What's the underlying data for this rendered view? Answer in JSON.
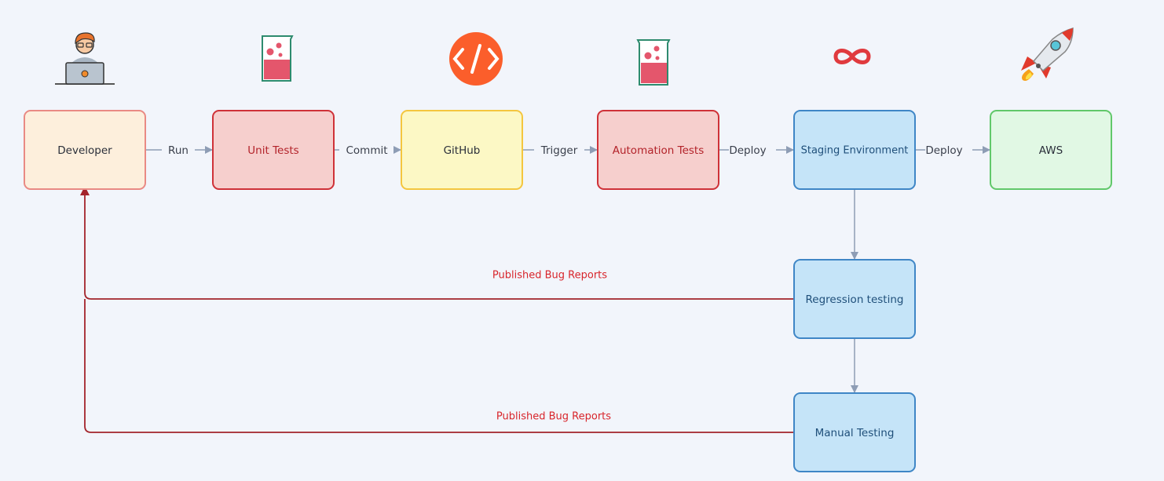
{
  "nodes": {
    "developer": "Developer",
    "unit_tests": "Unit Tests",
    "github": "GitHub",
    "automation_tests": "Automation Tests",
    "staging": "Staging Environment",
    "aws": "AWS",
    "regression": "Regression testing",
    "manual": "Manual Testing"
  },
  "edges": {
    "run": "Run",
    "commit": "Commit",
    "trigger": "Trigger",
    "deploy_staging": "Deploy",
    "deploy_aws": "Deploy"
  },
  "feedback": {
    "regression_bug_reports": "Published Bug Reports",
    "manual_bug_reports": "Published Bug Reports"
  },
  "icons": {
    "developer": "developer-laptop-icon",
    "unit_tests": "beaker-icon",
    "github": "code-brackets-icon",
    "automation_tests": "beaker-icon",
    "staging": "infinity-icon",
    "aws": "rocket-icon"
  },
  "colors": {
    "background": "#f2f5fb",
    "developer_fill": "#fdefdc",
    "developer_stroke": "#e98a84",
    "tests_fill": "#f6cfcd",
    "tests_stroke": "#cf3238",
    "github_fill": "#fcf8c5",
    "github_stroke": "#f4c63f",
    "staging_fill": "#c5e4f8",
    "staging_stroke": "#3f86c6",
    "aws_fill": "#e1f8e4",
    "aws_stroke": "#61c86a",
    "edge": "#8e9db5",
    "feedback": "#a3242b",
    "feedback_text": "#d8252b"
  }
}
